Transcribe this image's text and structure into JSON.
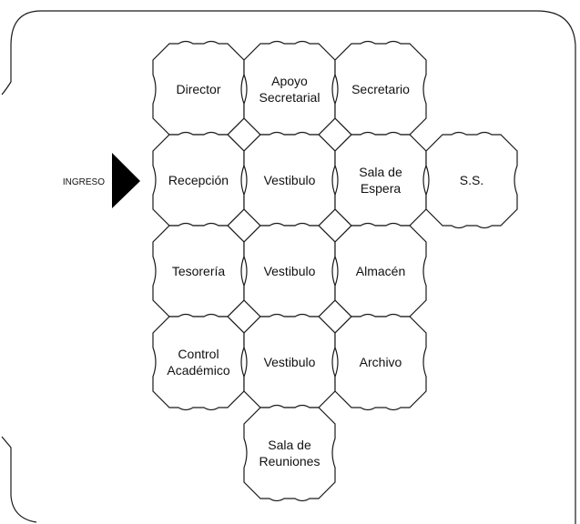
{
  "entry_label": "INGRESO",
  "colors": {
    "stroke": "#1a1a1a",
    "fill": "#ffffff",
    "arrow": "#000000",
    "text": "#111111"
  },
  "rooms": [
    {
      "id": "director",
      "lines": [
        "Director"
      ],
      "row": 0,
      "col": 0
    },
    {
      "id": "apoyo",
      "lines": [
        "Apoyo",
        "Secretarial"
      ],
      "row": 0,
      "col": 1
    },
    {
      "id": "secretario",
      "lines": [
        "Secretario"
      ],
      "row": 0,
      "col": 2
    },
    {
      "id": "recepcion",
      "lines": [
        "Recepción"
      ],
      "row": 1,
      "col": 0
    },
    {
      "id": "vestibulo-1",
      "lines": [
        "Vestibulo"
      ],
      "row": 1,
      "col": 1
    },
    {
      "id": "sala-espera",
      "lines": [
        "Sala de",
        "Espera"
      ],
      "row": 1,
      "col": 2
    },
    {
      "id": "ss",
      "lines": [
        "S.S."
      ],
      "row": 1,
      "col": 3
    },
    {
      "id": "tesoreria",
      "lines": [
        "Tesorería"
      ],
      "row": 2,
      "col": 0
    },
    {
      "id": "vestibulo-2",
      "lines": [
        "Vestibulo"
      ],
      "row": 2,
      "col": 1
    },
    {
      "id": "almacen",
      "lines": [
        "Almacén"
      ],
      "row": 2,
      "col": 2
    },
    {
      "id": "control",
      "lines": [
        "Control",
        "Académico"
      ],
      "row": 3,
      "col": 0
    },
    {
      "id": "vestibulo-3",
      "lines": [
        "Vestibulo"
      ],
      "row": 3,
      "col": 1
    },
    {
      "id": "archivo",
      "lines": [
        "Archivo"
      ],
      "row": 3,
      "col": 2
    },
    {
      "id": "sala-reuniones",
      "lines": [
        "Sala de",
        "Reuniones"
      ],
      "row": 4,
      "col": 1
    }
  ],
  "connectors": [
    {
      "row": 0,
      "col": 0
    },
    {
      "row": 0,
      "col": 1
    },
    {
      "row": 1,
      "col": 0
    },
    {
      "row": 1,
      "col": 1
    },
    {
      "row": 2,
      "col": 0
    },
    {
      "row": 2,
      "col": 1
    }
  ]
}
